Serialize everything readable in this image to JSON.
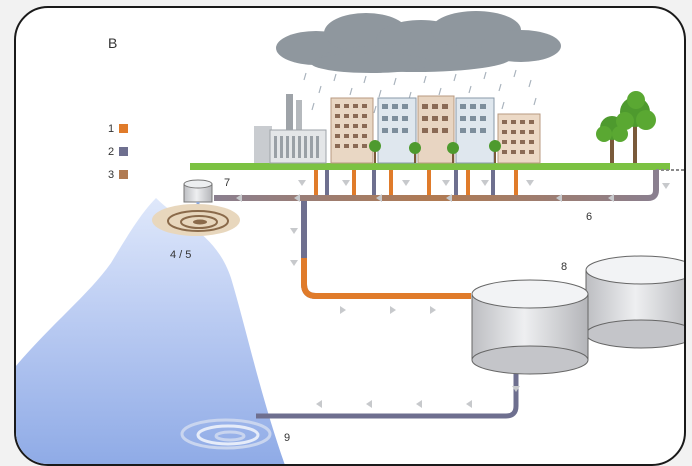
{
  "panel_label": "B",
  "legend": [
    {
      "number": "1",
      "color": "#e07b2a"
    },
    {
      "number": "2",
      "color": "#6e6f8f"
    },
    {
      "number": "3",
      "color": "#b07a52"
    }
  ],
  "callouts": {
    "n45": "4 / 5",
    "n6": "6",
    "n7": "7",
    "n8": "8",
    "n9": "9"
  },
  "colors": {
    "pipe_orange": "#e07b2a",
    "pipe_grey": "#6e6f8f",
    "pipe_mixed": "#9a7a70",
    "ground": "#7cc242",
    "water": "#aac0ee",
    "cloud": "#8f979e",
    "tank": "#d9dadc"
  }
}
